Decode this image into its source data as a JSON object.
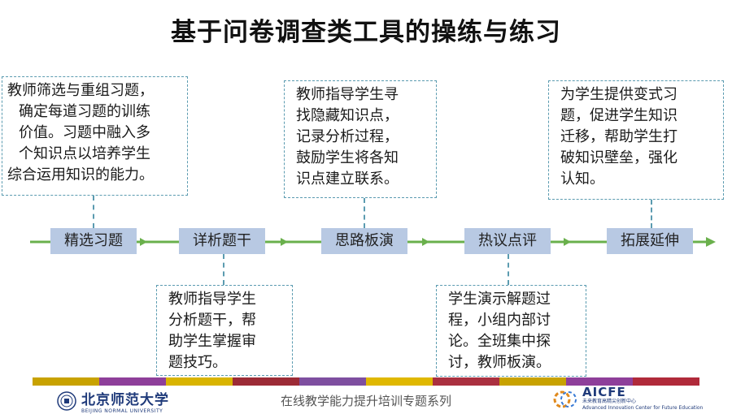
{
  "title": "基于问卷调查类工具的操练与练习",
  "steps": [
    {
      "label": "精选习题"
    },
    {
      "label": "详析题干"
    },
    {
      "label": "思路板演"
    },
    {
      "label": "热议点评"
    },
    {
      "label": "拓展延伸"
    }
  ],
  "notes": {
    "step1": [
      "教师筛选与重组习题，",
      "确定每道习题的训练",
      "价值。习题中融入多",
      "个知识点以培养学生",
      "综合运用知识的能力。"
    ],
    "step2": [
      "教师指导学生",
      "分析题干，帮",
      "助学生掌握审",
      "题技巧。"
    ],
    "step3": [
      "教师指导学生寻",
      "找隐藏知识点，",
      "记录分析过程，",
      "鼓励学生将各知",
      "识点建立联系。"
    ],
    "step4": [
      "学生演示解题过",
      "程，小组内部讨",
      "论。全班集中探",
      "讨，教师板演。"
    ],
    "step5": [
      "为学生提供变式习",
      "题，促进学生知识",
      "迁移，帮助学生打",
      "破知识壁垒，强化",
      "认知。"
    ]
  },
  "footer": {
    "center_text": "在线教学能力提升培训专题系列",
    "left_logo_name": "北京师范大学",
    "left_logo_sub": "BEIJING NORMAL UNIVERSITY",
    "right_logo_name": "AICFE",
    "right_logo_sub1": "未来教育高精尖创新中心",
    "right_logo_sub2": "Advanced Innovation Center for Future Education"
  },
  "colors": {
    "arrow": "#6ab04c",
    "step_fill": "#b8c9e3",
    "note_border": "#5b9bb0",
    "bar_segments": [
      "#c8a200",
      "#8e3f9a",
      "#d9b400",
      "#9c2b36",
      "#7e4fa0",
      "#e0b800",
      "#aa3040",
      "#c8a200",
      "#8e3f9a",
      "#b02a3a"
    ]
  },
  "icons": [
    "bnu-seal-icon",
    "aicfe-logo-icon"
  ]
}
